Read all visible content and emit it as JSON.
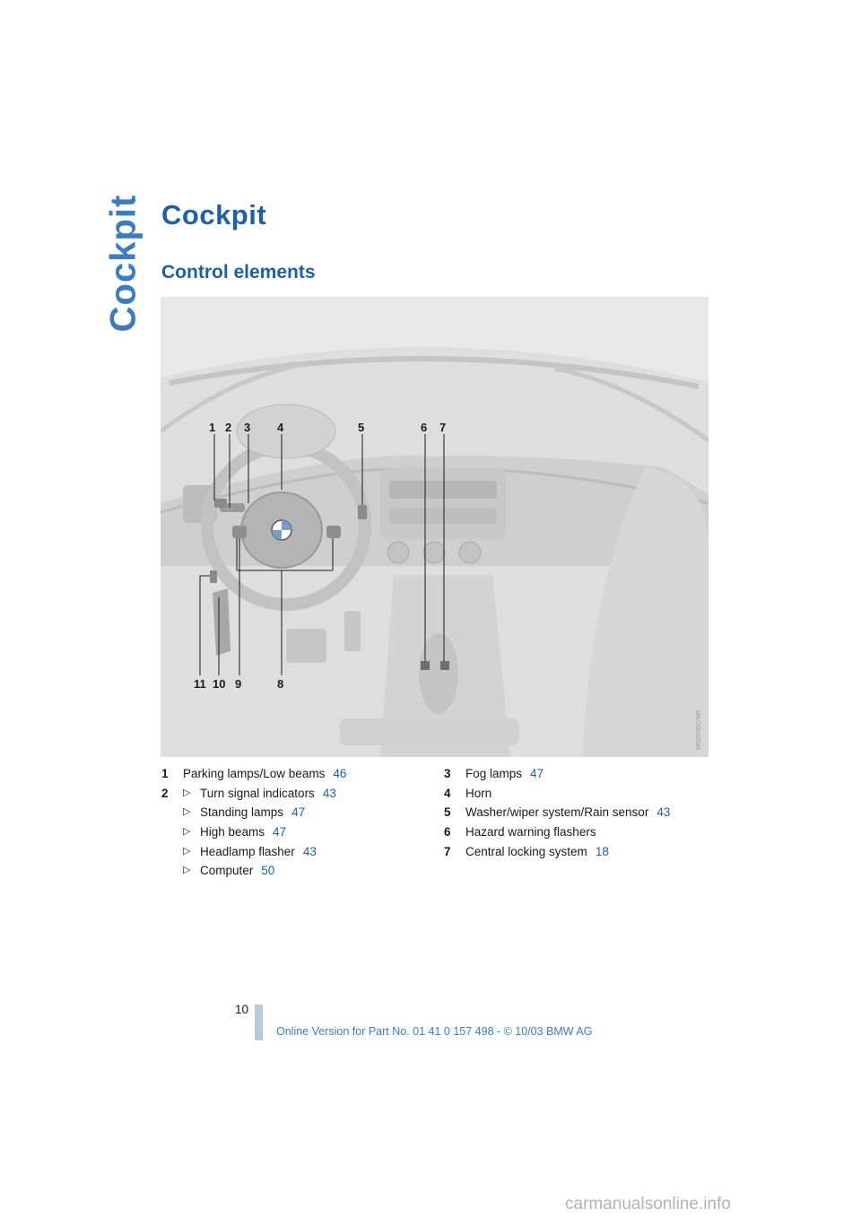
{
  "side_tab": "Cockpit",
  "page_title": "Cockpit",
  "section_title": "Control elements",
  "figure": {
    "callouts": [
      "1",
      "2",
      "3",
      "4",
      "5",
      "6",
      "7",
      "8",
      "9",
      "10",
      "11"
    ],
    "image_code": "M005/06C/M5"
  },
  "legend_left": [
    {
      "num": "1",
      "label": "Parking lamps/Low beams",
      "ref": "46"
    },
    {
      "num": "2",
      "label": "Turn signal indicators",
      "ref": "43",
      "bullet": "▷"
    },
    {
      "label": "Standing lamps",
      "ref": "47",
      "bullet": "▷"
    },
    {
      "label": "High beams",
      "ref": "47",
      "bullet": "▷"
    },
    {
      "label": "Headlamp flasher",
      "ref": "43",
      "bullet": "▷"
    },
    {
      "label": "Computer",
      "ref": "50",
      "bullet": "▷"
    }
  ],
  "legend_right": [
    {
      "num": "3",
      "label": "Fog lamps",
      "ref": "47"
    },
    {
      "num": "4",
      "label": "Horn",
      "ref": ""
    },
    {
      "num": "5",
      "label": "Washer/wiper system/Rain sensor",
      "ref": "43"
    },
    {
      "num": "6",
      "label": "Hazard warning flashers",
      "ref": ""
    },
    {
      "num": "7",
      "label": "Central locking system",
      "ref": "18"
    }
  ],
  "page_number": "10",
  "footer": "Online Version for Part No. 01 41 0 157 498 - © 10/03 BMW AG",
  "watermark": "carmanualsonline.info"
}
